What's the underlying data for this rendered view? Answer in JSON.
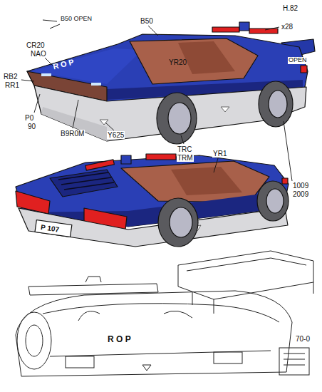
{
  "diagram": {
    "labels": [
      "B50 OPEN",
      "B50",
      "H.82",
      "x28",
      "OPEN",
      "CR20",
      "NAO",
      "RB2",
      "RR1",
      "R O P",
      "P0",
      "90",
      "B9R0M",
      "Y625",
      "YR20",
      "TRC",
      "TRM",
      "1009",
      "2009",
      "YR1",
      "P 107",
      "R O P",
      "70-0"
    ]
  }
}
